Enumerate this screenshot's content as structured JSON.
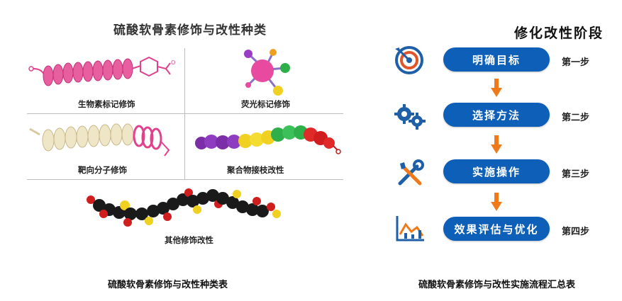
{
  "left_panel": {
    "title": "硫酸软骨素修饰与改性种类",
    "cells": [
      {
        "label": "生物素标记修饰"
      },
      {
        "label": "荧光标记修饰"
      },
      {
        "label": "靶向分子修饰"
      },
      {
        "label": "聚合物接枝改性"
      },
      {
        "label": "其他修饰改性"
      }
    ],
    "caption": "硫酸软骨素修饰与改性种类表"
  },
  "right_panel": {
    "title": "修化改性阶段",
    "steps": [
      {
        "number": "第一步",
        "action": "明确目标",
        "icon": "target-icon"
      },
      {
        "number": "第二步",
        "action": "选择方法",
        "icon": "gears-icon"
      },
      {
        "number": "第三步",
        "action": "实施操作",
        "icon": "tools-icon"
      },
      {
        "number": "第四步",
        "action": "效果评估与优化",
        "icon": "chart-icon"
      }
    ],
    "caption": "硫酸软骨素修饰与改性实施流程汇总表"
  },
  "colors": {
    "pill": "#0d5fb8",
    "arrow": "#f07a1a",
    "icon_blue": "#1f5fa8",
    "grid": "#bdbdbd"
  }
}
